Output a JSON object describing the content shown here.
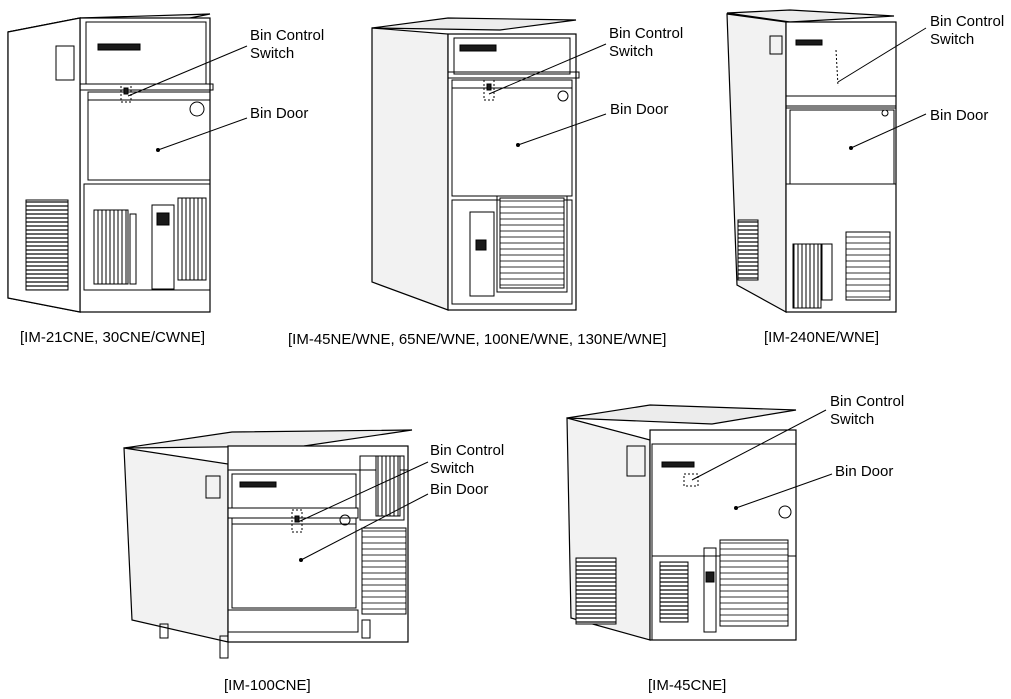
{
  "labels": {
    "bin_control_switch": "Bin Control Switch",
    "bin_control_line1": "Bin Control",
    "bin_control_line2": "Switch",
    "bin_door": "Bin Door"
  },
  "models": [
    {
      "caption": "[IM-21CNE, 30CNE/CWNE]"
    },
    {
      "caption": "[IM-45NE/WNE, 65NE/WNE, 100NE/WNE, 130NE/WNE]"
    },
    {
      "caption": "[IM-240NE/WNE]"
    },
    {
      "caption": "[IM-100CNE]"
    },
    {
      "caption": "[IM-45CNE]"
    }
  ]
}
